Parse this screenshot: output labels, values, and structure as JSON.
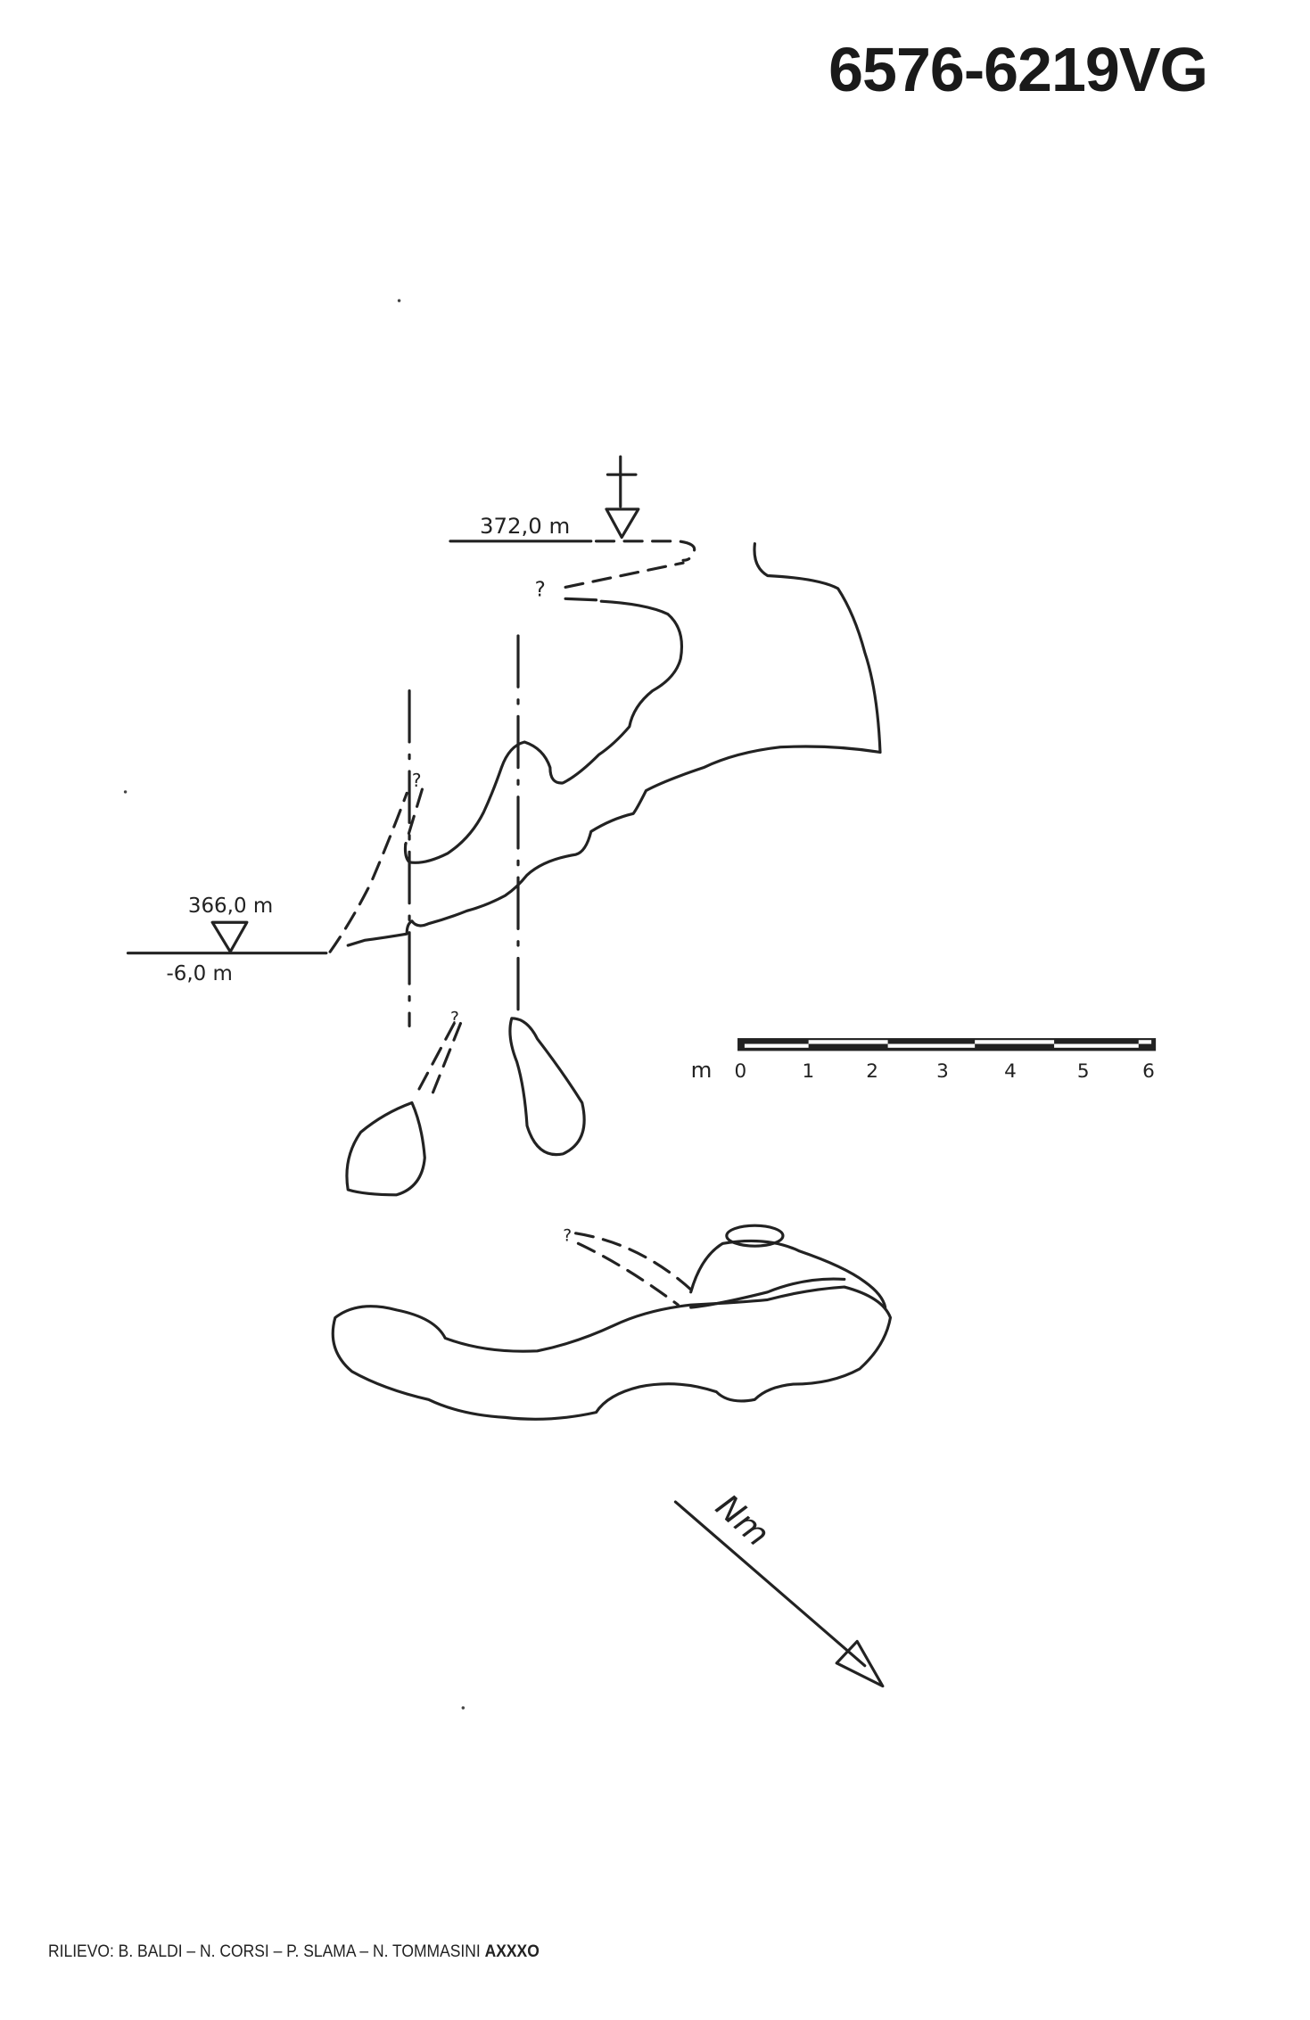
{
  "header": {
    "cave_code": "6576-6219VG"
  },
  "survey": {
    "entrance_elevation": "372,0 m",
    "lower_elevation": "366,0 m",
    "depth": "-6,0 m",
    "unknown_marker": "?"
  },
  "scale_bar": {
    "unit": "m",
    "ticks": [
      "0",
      "1",
      "2",
      "3",
      "4",
      "5",
      "6"
    ]
  },
  "north_arrow": {
    "label": "Nm"
  },
  "footer": {
    "credits": "RILIEVO: B. BALDI – N. CORSI – P. SLAMA – N. TOMMASINI",
    "suffix": "AXXXO"
  }
}
